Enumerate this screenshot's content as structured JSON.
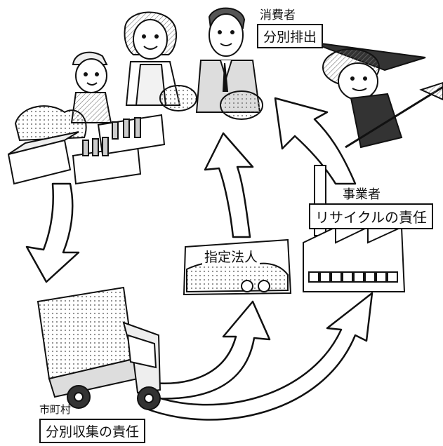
{
  "diagram": {
    "consumer": {
      "heading": "消費者",
      "role": "分別排出"
    },
    "business": {
      "heading": "事業者",
      "role": "リサイクルの責任"
    },
    "designated_corporation": {
      "heading": "指定法人"
    },
    "municipality": {
      "heading": "市町村",
      "role": "分別収集の責任"
    }
  }
}
